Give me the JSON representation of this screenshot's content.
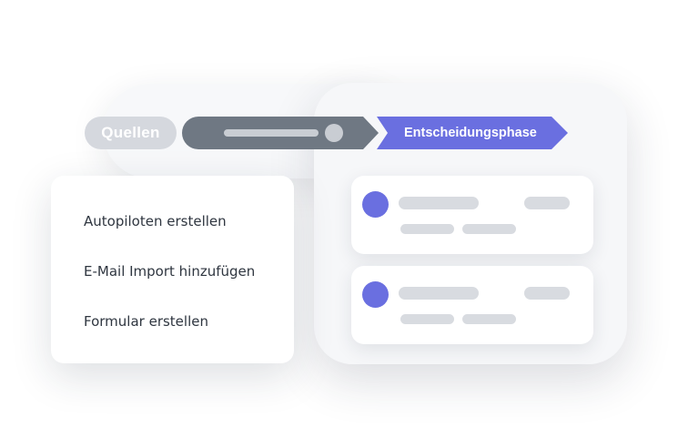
{
  "pipeline": {
    "stages": [
      {
        "label": "Quellen",
        "state": "inactive"
      },
      {
        "label": "",
        "state": "current-progress"
      },
      {
        "label": "Entscheidungsphase",
        "state": "active"
      }
    ],
    "colors": {
      "inactive": "#d5d8de",
      "progress": "#6f7883",
      "active": "#6a6fe0",
      "slider_track": "#c9cdd3"
    }
  },
  "menu": {
    "items": [
      {
        "label": "Autopiloten erstellen"
      },
      {
        "label": "E-Mail Import hinzufügen"
      },
      {
        "label": "Formular erstellen"
      }
    ]
  },
  "deals": {
    "avatar_color": "#6a6fe0",
    "placeholder_color": "#d8dbe0",
    "count": 2
  }
}
